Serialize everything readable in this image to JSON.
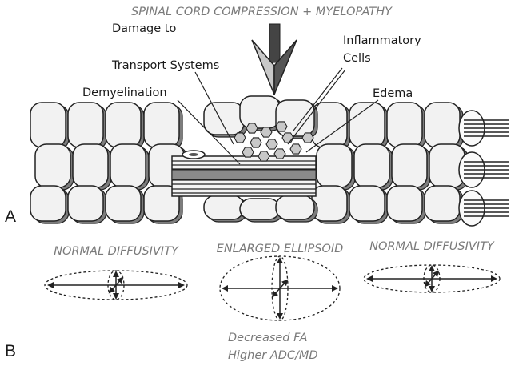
{
  "title": "SPINAL CORD COMPRESSION + MYELOPATHY",
  "labels": {
    "damage_line1": "Damage to",
    "damage_line2": "Transport Systems",
    "inflammatory_line1": "Inflammatory",
    "inflammatory_line2": "Cells",
    "demyelination": "Demyelination",
    "edema": "Edema"
  },
  "panels": {
    "a": "A",
    "b": "B"
  },
  "ellipsoids": [
    {
      "label": "NORMAL DIFFUSIVITY",
      "shape": "elongated"
    },
    {
      "label": "ENLARGED ELLIPSOID",
      "shape": "enlarged"
    },
    {
      "label": "NORMAL DIFFUSIVITY",
      "shape": "elongated"
    }
  ],
  "notes": {
    "line1": "Decreased FA",
    "line2": "Higher ADC/MD"
  },
  "colors": {
    "sheath": "#f2f2f2",
    "shadow": "#7d7d7d",
    "arrow_light": "#c8c8c8",
    "arrow_dark": "#444444",
    "caption_gray": "#7a7a7a"
  }
}
